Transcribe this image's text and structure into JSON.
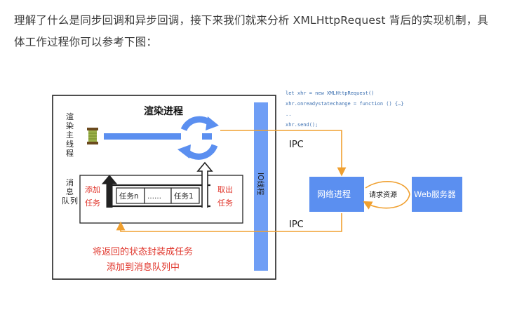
{
  "article": {
    "paragraph": "理解了什么是同步回调和异步回调，接下来我们就来分析 XMLHttpRequest 背后的实现机制，具体工作过程你可以参考下图："
  },
  "diagram": {
    "render_process_title": "渲染进程",
    "main_thread_label": [
      "渲",
      "染",
      "主",
      "线",
      "程"
    ],
    "message_queue_label": [
      "消",
      "息",
      "队",
      "列"
    ],
    "add_task": [
      "添加",
      "任务"
    ],
    "take_task": [
      "取出",
      "任务"
    ],
    "task_n": "任务n",
    "ellipsis": "……",
    "task_1": "任务1",
    "io_thread": "IO线程",
    "network_process": "网络进程",
    "request_resource": "请求资源",
    "web_server": "Web服务器",
    "ipc_top": "IPC",
    "ipc_bottom": "IPC",
    "caption_line1": "将返回的状态封装成任务",
    "caption_line2": "添加到消息队列中",
    "code_lines": [
      "let xhr = new XMLHttpRequest()",
      "xhr.onreadystatechange = function () {…}",
      "..",
      "xhr.send();"
    ],
    "colors": {
      "blue": "#5b8ff0",
      "orange": "#f0a030",
      "red": "#e0342a",
      "spool": "#8fa33a"
    }
  }
}
